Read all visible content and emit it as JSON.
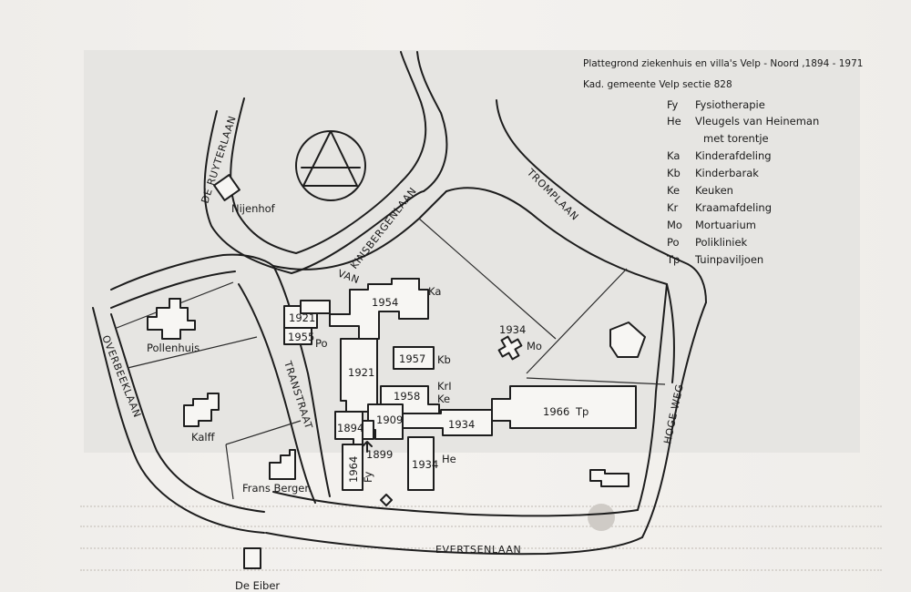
{
  "title": "Plattegrond ziekenhuis en villa's Velp - Noord ,1894 - 1971",
  "subtitle": "Kad. gemeente Velp sectie 828",
  "legend": [
    {
      "code": "Fy",
      "text": "Fysiotherapie"
    },
    {
      "code": "He",
      "text": "Vleugels van Heineman"
    },
    {
      "code": "",
      "text": "met torentje"
    },
    {
      "code": "Ka",
      "text": "Kinderafdeling"
    },
    {
      "code": "Kb",
      "text": "Kinderbarak"
    },
    {
      "code": "Ke",
      "text": "Keuken"
    },
    {
      "code": "Kr",
      "text": "Kraamafdeling"
    },
    {
      "code": "Mo",
      "text": "Mortuarium"
    },
    {
      "code": "Po",
      "text": "Polikliniek"
    },
    {
      "code": "Tp",
      "text": "Tuinpaviljoen"
    }
  ],
  "roads": {
    "ruyterlaan": "DE RUYTERLAAN",
    "van": "VAN",
    "kinsbergenlaan": "KINSBERGENLAAN",
    "tromplaan": "TROMPLAAN",
    "overbeeklaan": "OVERBEEKLAAN",
    "transtraat": "TRANSTRAAT",
    "hoge_weg": "HOGE WEG",
    "evertsenlaan": "EVERTSENLAAN"
  },
  "places": {
    "nijenhof": "Nijenhof",
    "pollenhuis": "Pollenhuis",
    "kalff": "Kalff",
    "frans_bergen": "Frans Bergen",
    "de_eiber": "De Eiber"
  },
  "labels": {
    "y1954": "1954",
    "ka": "Ka",
    "y1921a": "1921",
    "y1955": "1955",
    "po": "Po",
    "y1934mo": "1934",
    "mo": "Mo",
    "y1921b": "1921",
    "y1957": "1957",
    "kb": "Kb",
    "kr": "KrI",
    "ke": "Ke",
    "y1958": "1958",
    "y1909": "1909",
    "y1894": "1894",
    "y1934a": "1934",
    "y1966": "1966",
    "tp": "Tp",
    "y1899": "1899",
    "y1964": "1964",
    "fy": "Fy",
    "y1934he": "1934",
    "he": "He"
  }
}
